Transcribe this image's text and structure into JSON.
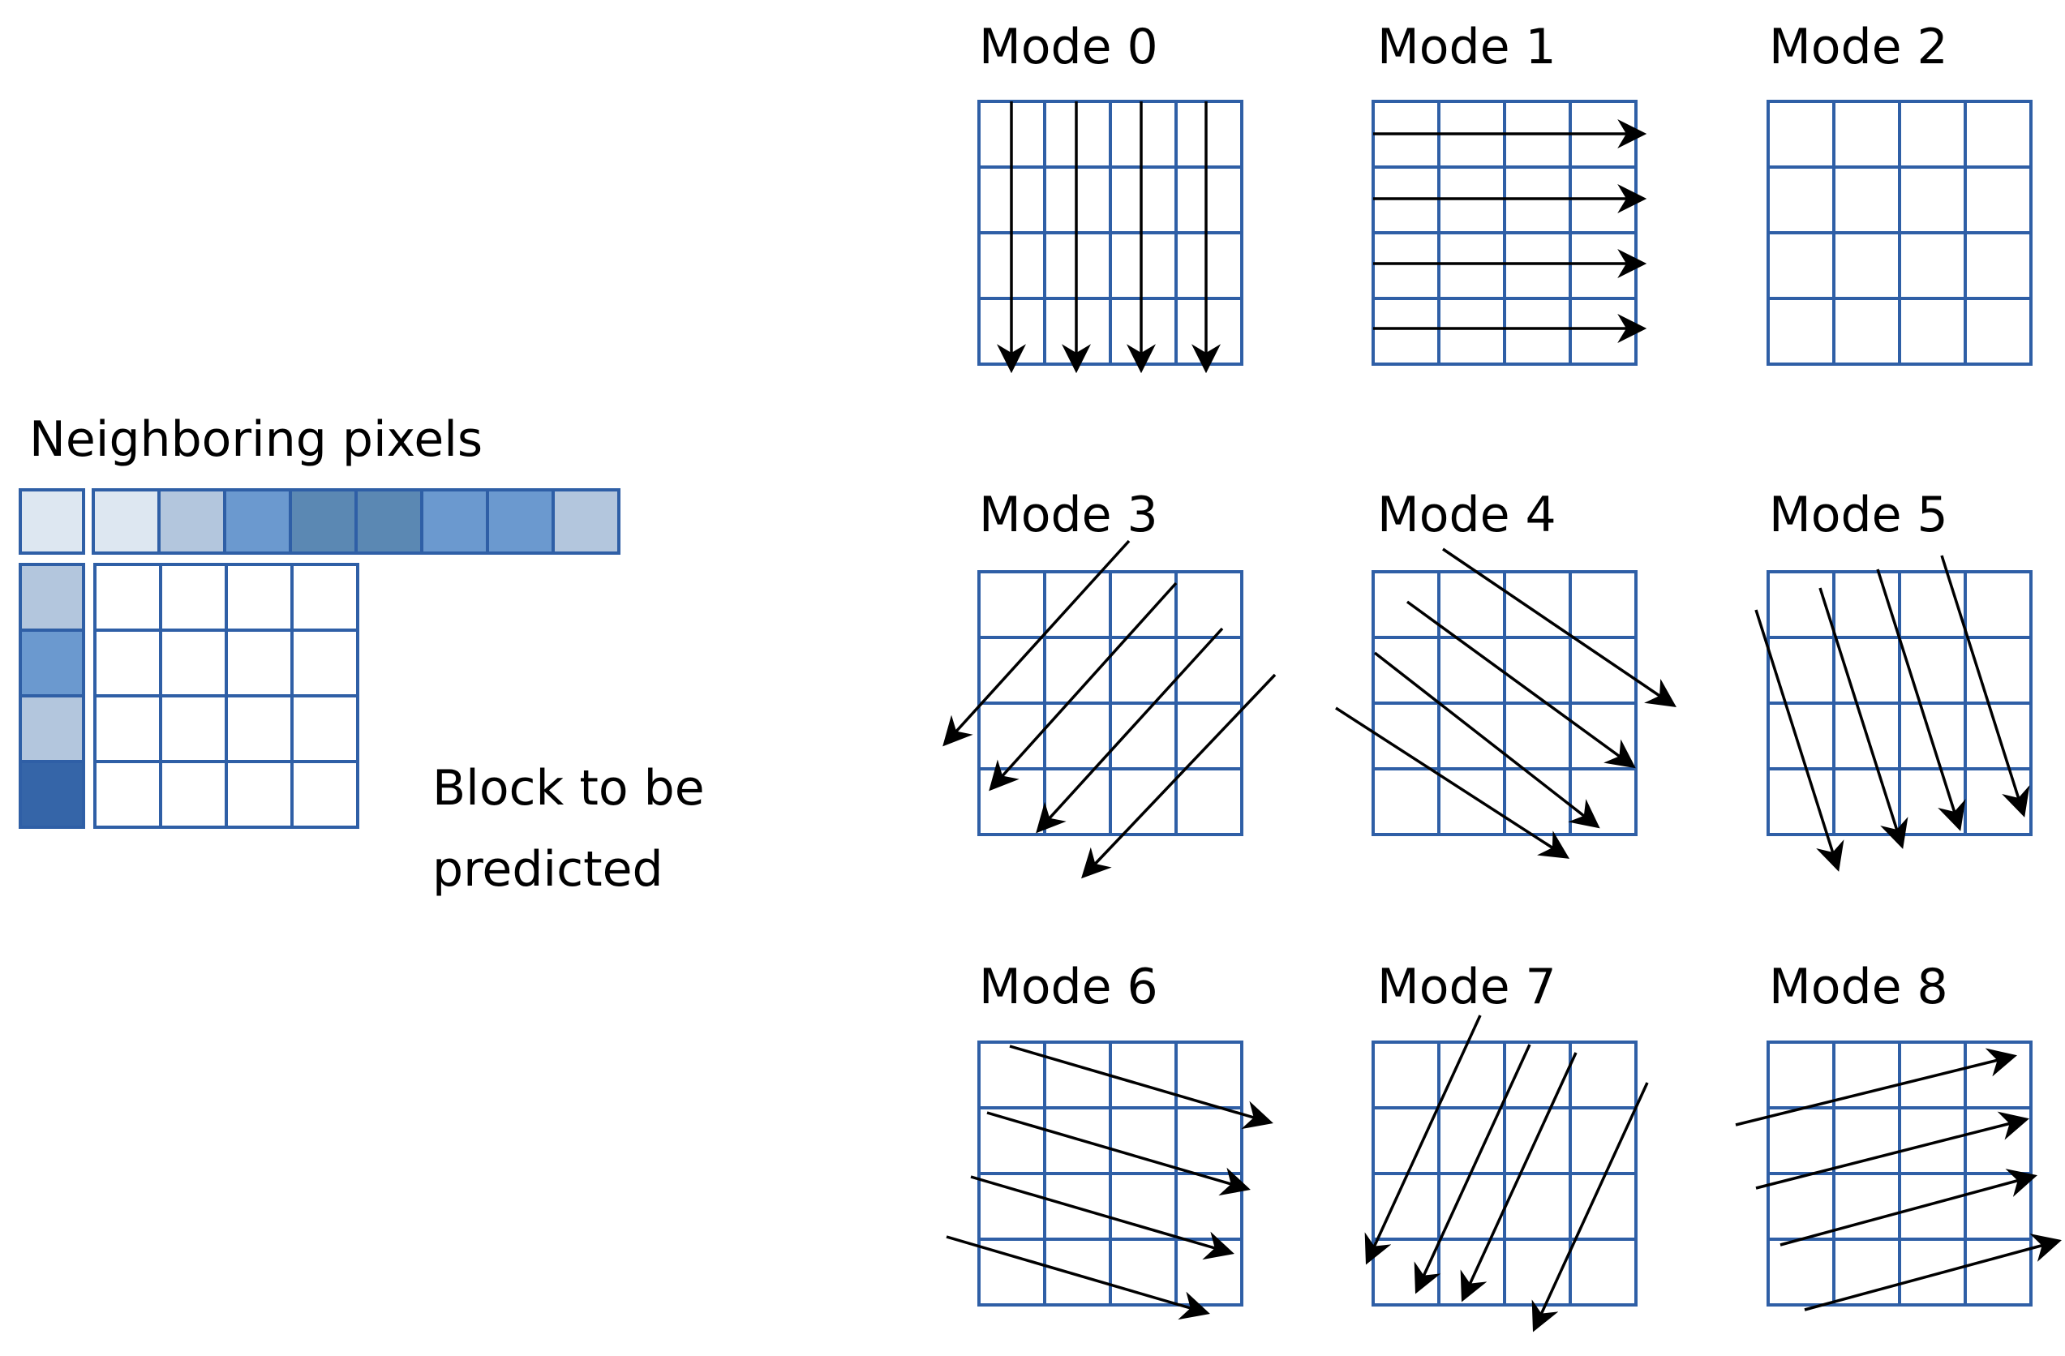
{
  "left_panel": {
    "neighboring_label": "Neighboring pixels",
    "block_label_line1": "Block to be",
    "block_label_line2": "predicted",
    "top_neighbor_colors": [
      "#dde7f1",
      "#dde7f1",
      "#b3c6dd",
      "#6b99cf",
      "#5b88b3",
      "#5b88b3",
      "#6b99cf",
      "#6b99cf",
      "#b3c6dd"
    ],
    "left_neighbor_colors": [
      "#b3c6dd",
      "#6b99cf",
      "#b3c6dd",
      "#3565a8"
    ]
  },
  "modes": [
    {
      "label": "Mode 0",
      "direction": "vertical"
    },
    {
      "label": "Mode 1",
      "direction": "horizontal"
    },
    {
      "label": "Mode 2",
      "direction": "dc"
    },
    {
      "label": "Mode 3",
      "direction": "diagonal-down-left"
    },
    {
      "label": "Mode 4",
      "direction": "diagonal-down-right"
    },
    {
      "label": "Mode 5",
      "direction": "vertical-right"
    },
    {
      "label": "Mode 6",
      "direction": "horizontal-down"
    },
    {
      "label": "Mode 7",
      "direction": "vertical-left"
    },
    {
      "label": "Mode 8",
      "direction": "horizontal-up"
    }
  ],
  "colors": {
    "grid": "#2f5fa6",
    "arrow": "#000000"
  }
}
